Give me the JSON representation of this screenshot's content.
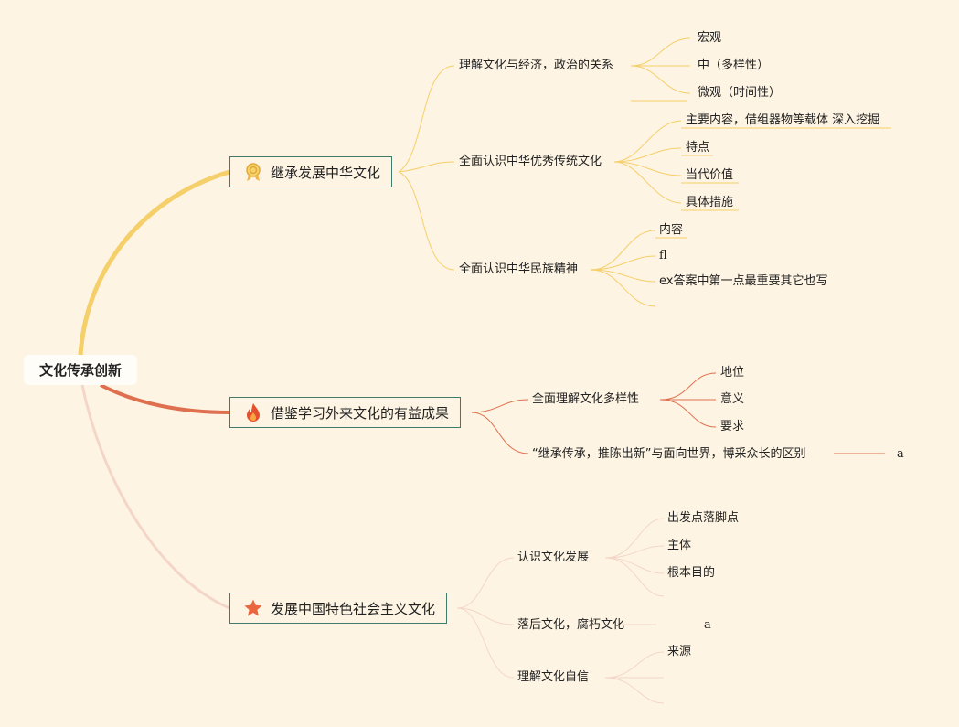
{
  "root": "文化传承创新",
  "colors": {
    "branch1": "#f5cf6a",
    "branch2": "#de7050",
    "branch3": "#f3d6c8",
    "border": "#3f7a6a"
  },
  "branches": [
    {
      "label": "继承发展中华文化",
      "icon": "ribbon-medal-icon",
      "children": [
        {
          "label": "理解文化与经济，政治的关系",
          "children": [
            "宏观",
            "中（多样性）",
            "微观（时间性）"
          ]
        },
        {
          "label": "全面认识中华优秀传统文化",
          "children": [
            "主要内容，借组器物等载体 深入挖掘",
            "特点",
            "当代价值",
            "具体措施"
          ]
        },
        {
          "label": "全面认识中华民族精神",
          "children": [
            "内容",
            "fl",
            "ex答案中第一点最重要其它也写",
            ""
          ]
        }
      ]
    },
    {
      "label": "借鉴学习外来文化的有益成果",
      "icon": "flame-icon",
      "children": [
        {
          "label": "全面理解文化多样性",
          "children": [
            "地位",
            "意义",
            "要求"
          ]
        },
        {
          "label": "“继承传承，推陈出新”与面向世界，博采众长的区别",
          "children": [
            "a"
          ]
        }
      ]
    },
    {
      "label": "发展中国特色社会主义文化",
      "icon": "star-icon",
      "children": [
        {
          "label": "认识文化发展",
          "children": [
            "出发点落脚点",
            "主体",
            "根本目的",
            ""
          ]
        },
        {
          "label": "落后文化，腐朽文化",
          "children": [
            "a"
          ]
        },
        {
          "label": "理解文化自信",
          "children": [
            "来源",
            "",
            ""
          ]
        }
      ]
    }
  ]
}
